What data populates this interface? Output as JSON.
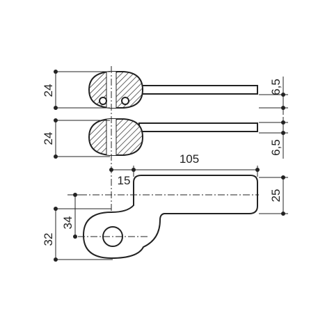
{
  "dimensions": {
    "top_clamp_height": "24",
    "bottom_clamp_height": "24",
    "upper_gap": "6,5",
    "lower_gap": "6,5",
    "arm_length": "105",
    "offset": "15",
    "arm_height": "25",
    "hole_height": "34",
    "overall_height": "32"
  },
  "colors": {
    "line": "#222222",
    "hatch": "#222222",
    "background": "#ffffff"
  }
}
